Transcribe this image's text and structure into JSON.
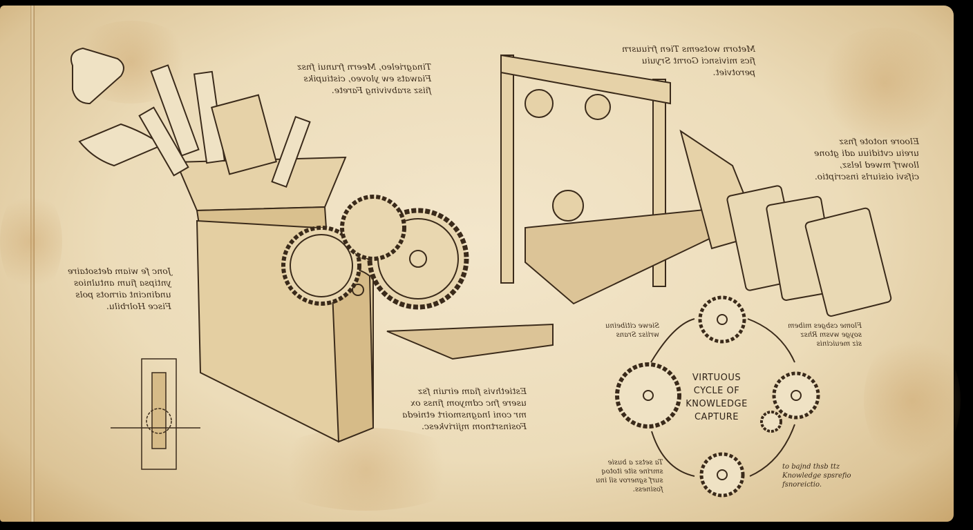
{
  "illustration": {
    "style": "Leonardo da Vinci notebook sketch on aged parchment",
    "colors": {
      "parchment": "#ecdcb9",
      "ink": "#3a2a1a",
      "stain": "#c49658",
      "background": "#000000"
    },
    "cycle_title": "VIRTUOUS\nCYCLE OF\nKNOWLEDGE\nCAPTURE",
    "notes": {
      "top_center": "Tinagrieleo, Meern frunui fnsz\nFiawats ew yloveo, cistiupiks\nfiisz srabviving Farete.",
      "top_right": "Metorn wotsems Tien friuusrn\nfics mivisnci Gornt Sryuiu\nperotviet.",
      "right_upper": "Eloore notote fnsz\nureiu cvtidiuu adi gtone\nllowrf mwed lelsz,\ncifsvi oisiurls inscriptio.",
      "left_middle": "Jonc fe wiam detsotaire\nyntipsa fium antulnios\nundincint airnots pols\nFisce Holrbilu.",
      "bottom_center": "Estiethvis fiam eiruin fsz\nusere fnc cdmyom finss ox\nmr coni lnagnsmoirt etnieda\nFosinsrtnom mjirivkesc.",
      "cycle_top_left": "Siewe citibeinu\nwriisz Srans",
      "cycle_top_right": "Flome csbges mibem\nsoyge wvsm Rhsz\nsiz meuicinis",
      "cycle_bottom_left": "Ta setsz a busie\nsmrine site itotoq\nsurf sgnerov sil inu\nfosiness.",
      "cycle_bottom_right": "to bajnd thsb ttz\nKnowledge spsrefio\nfsnoreictio."
    },
    "elements": [
      "document-hopper",
      "scroll-icon",
      "gear-train-machine",
      "pulley-press-frame",
      "carved-stone-tablets",
      "knowledge-cycle-gears",
      "mechanism-detail-sketch"
    ]
  }
}
